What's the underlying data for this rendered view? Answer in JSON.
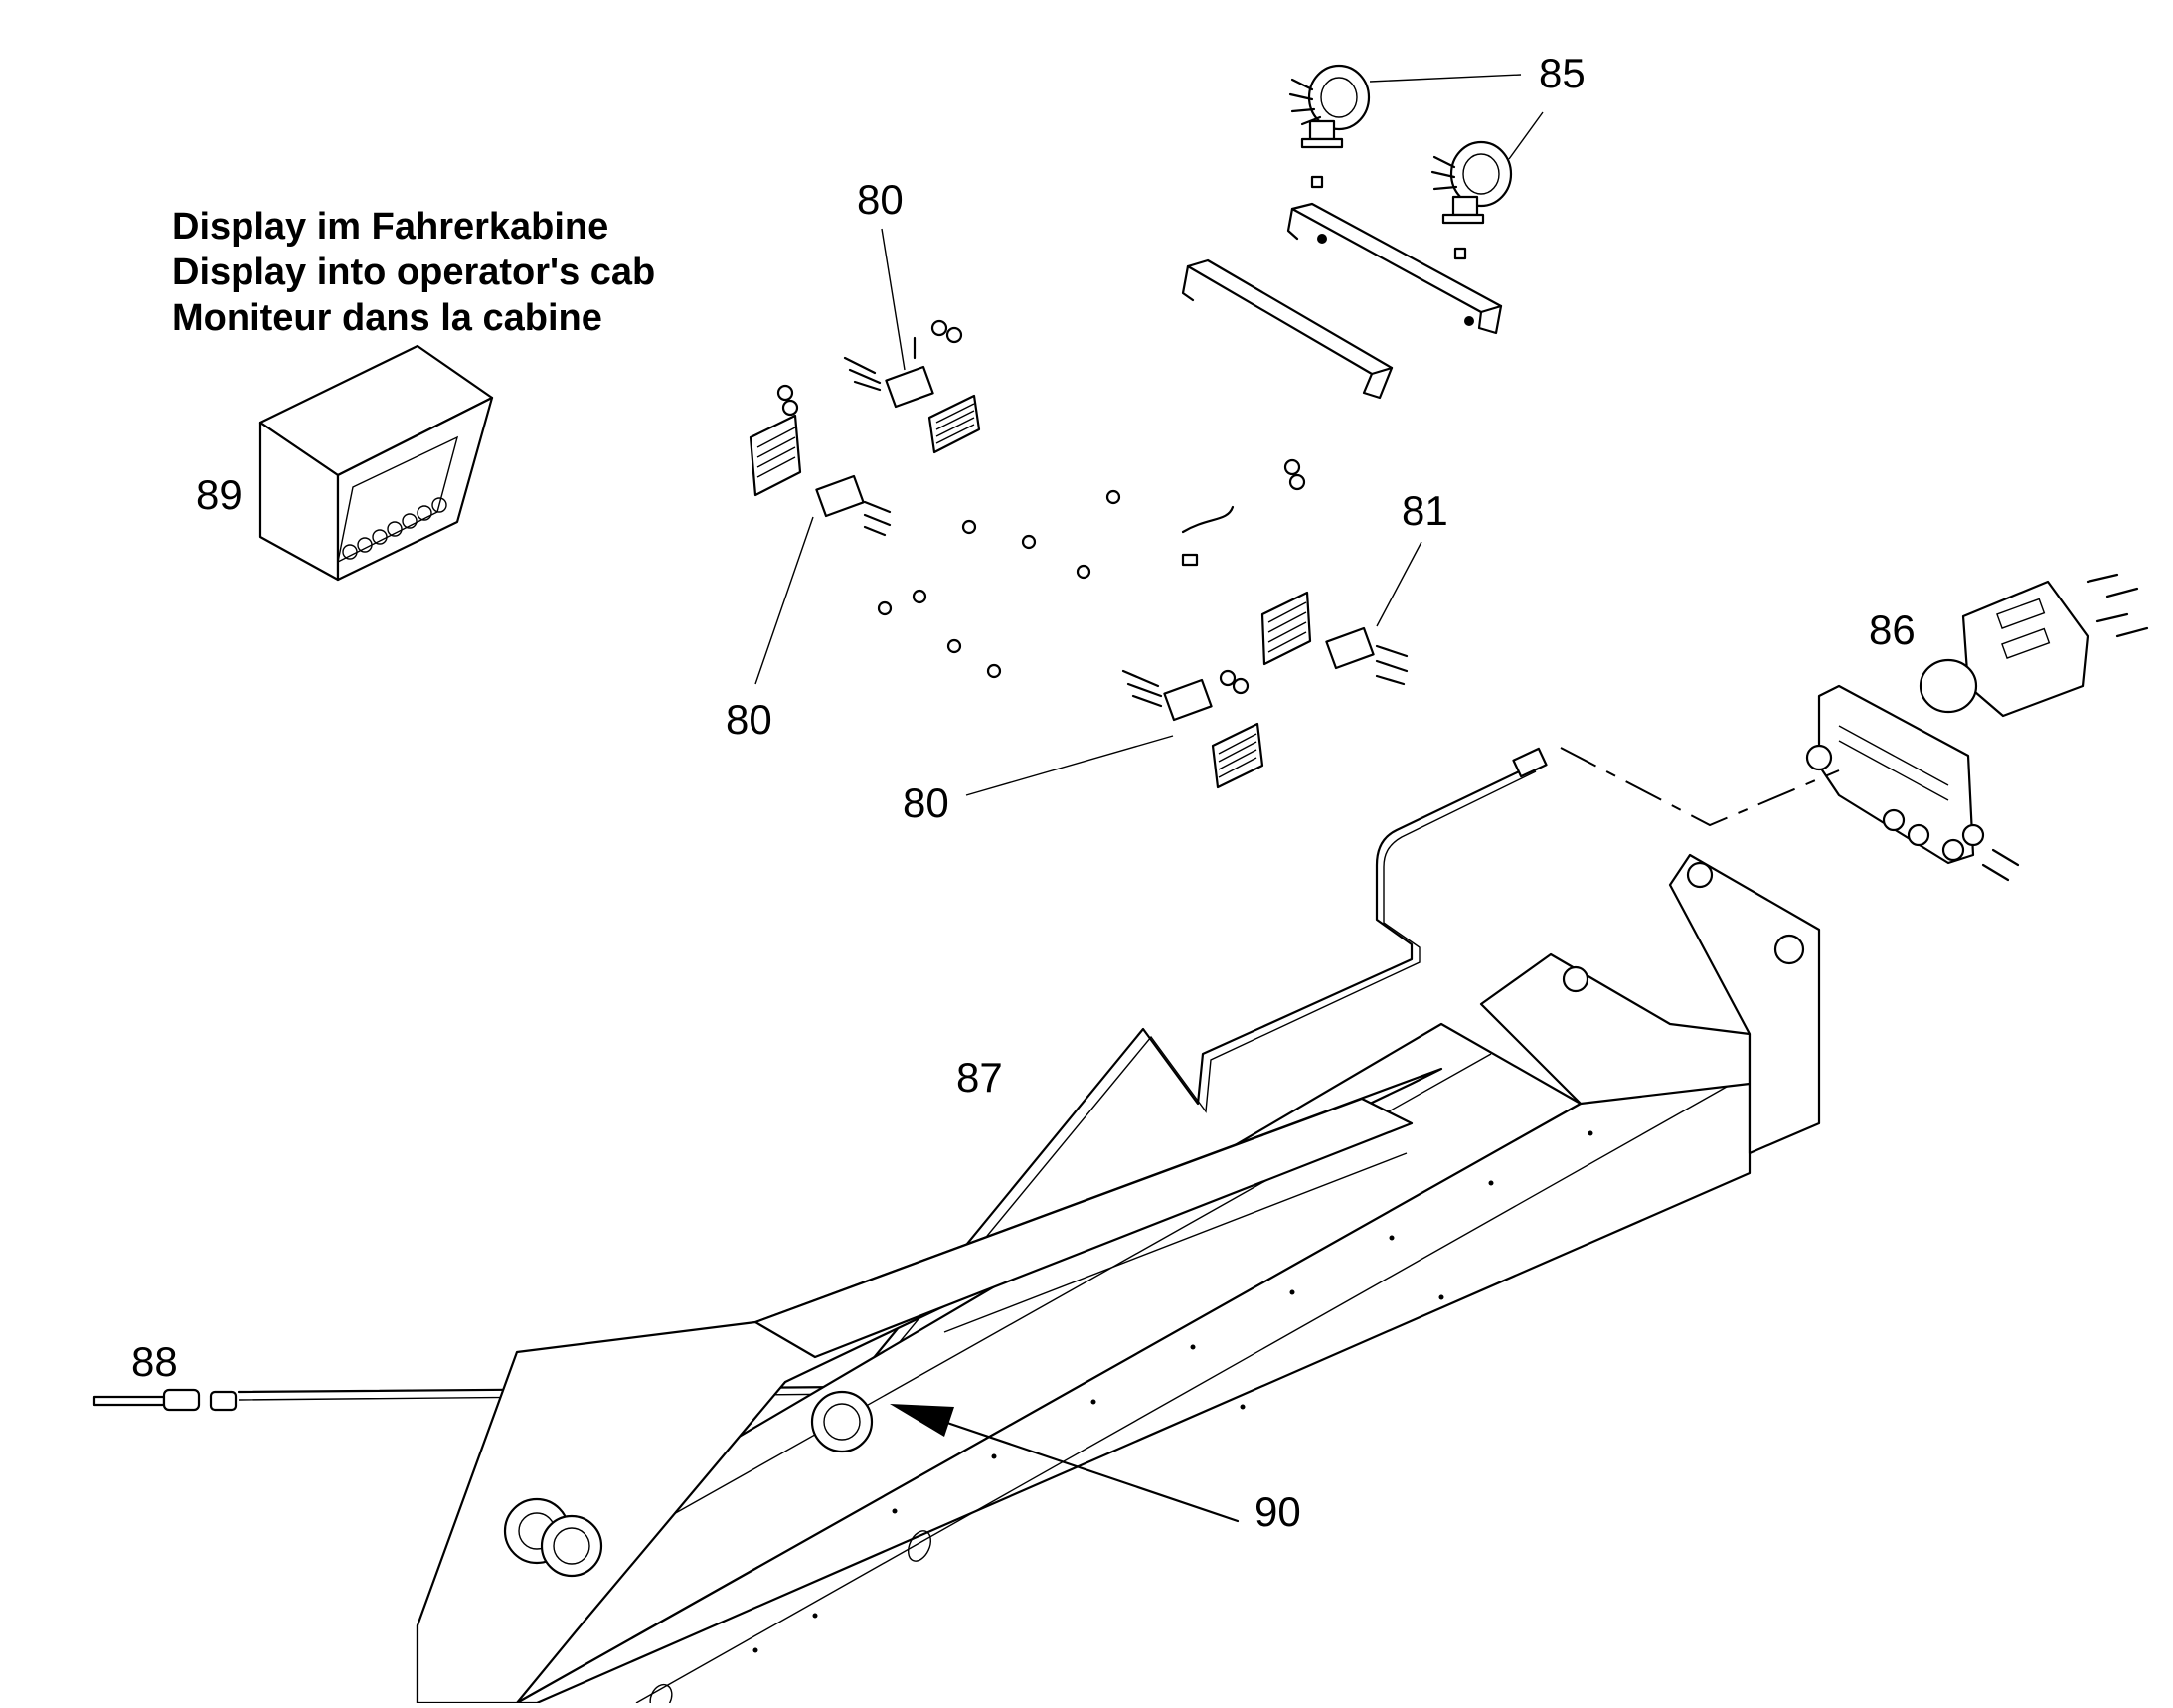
{
  "caption": {
    "line1": "Display im Fahrerkabine",
    "line2": "Display into operator's cab",
    "line3": "Moniteur dans la cabine"
  },
  "callouts": {
    "c85": "85",
    "c80_top": "80",
    "c80_left": "80",
    "c80_bottom": "80",
    "c81": "81",
    "c86": "86",
    "c87": "87",
    "c88": "88",
    "c89": "89",
    "c90": "90"
  },
  "colors": {
    "ink": "#000000",
    "paper": "#ffffff"
  }
}
